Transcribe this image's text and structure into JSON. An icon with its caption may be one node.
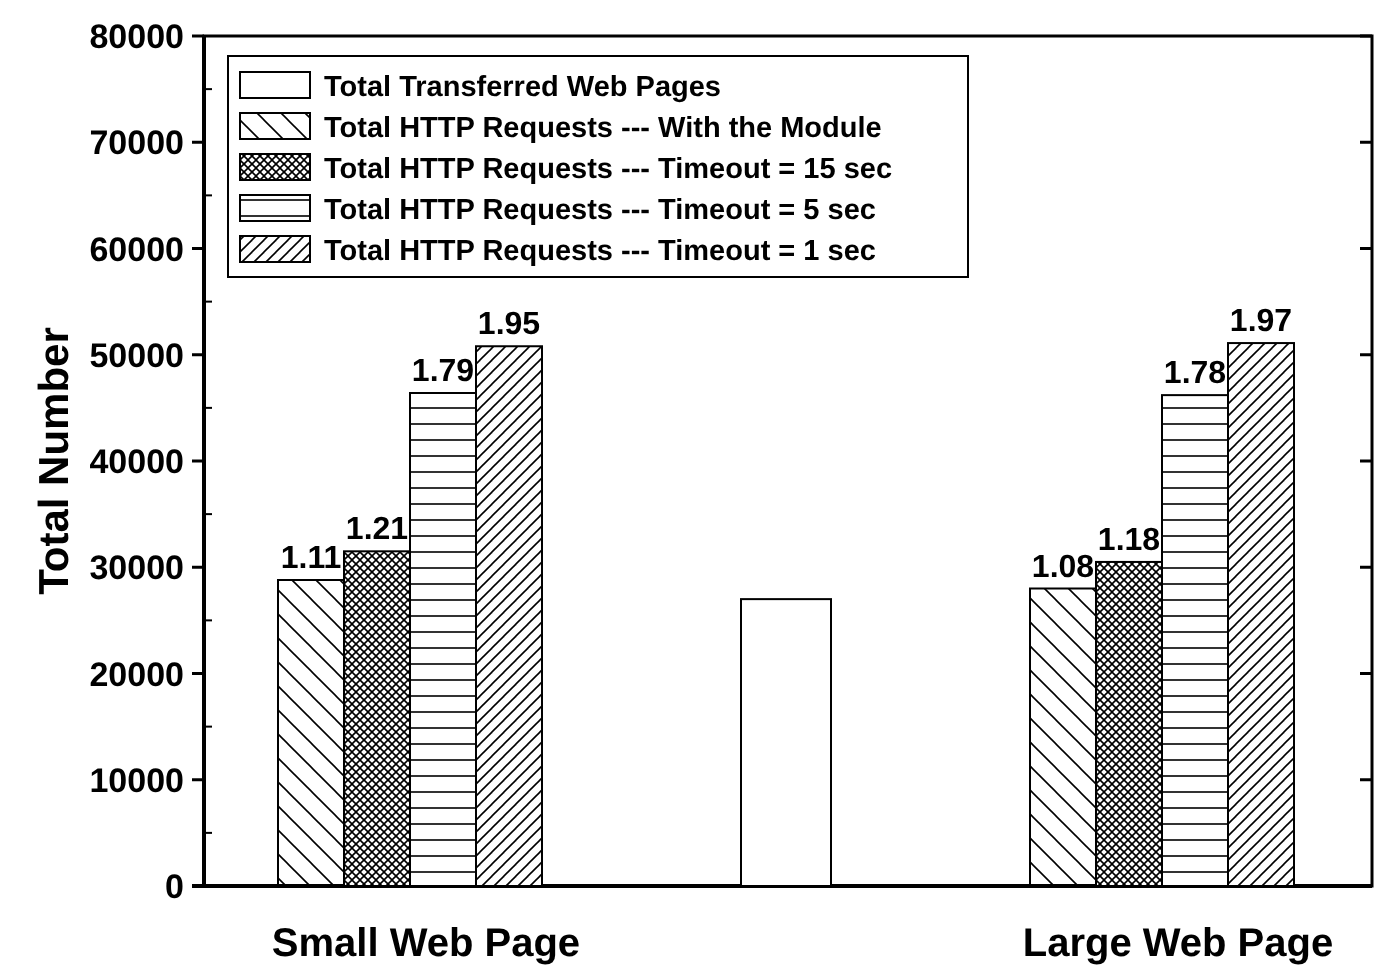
{
  "diagram": {
    "chart_data": {
      "type": "bar",
      "ylabel": "Total Number",
      "legend": "upper left",
      "categories": [
        "Small Web Page",
        null,
        "Large Web Page"
      ],
      "ylim": [
        0,
        80000
      ],
      "yticks": [
        0,
        10000,
        20000,
        30000,
        40000,
        50000,
        60000,
        70000,
        80000
      ],
      "series": [
        {
          "name": "Total Transferred Web Pages",
          "values": [
            null,
            27000,
            null
          ]
        },
        {
          "name": "Total HTTP Requests --- With the Module",
          "values": [
            28800,
            null,
            28000
          ]
        },
        {
          "name": "Total HTTP Requests --- Timeout = 15 sec",
          "values": [
            31500,
            null,
            30500
          ]
        },
        {
          "name": "Total HTTP Requests --- Timeout = 5 sec",
          "values": [
            46400,
            null,
            46200
          ]
        },
        {
          "name": "Total HTTP Requests --- Timeout = 1 sec",
          "values": [
            50800,
            null,
            51100
          ]
        }
      ],
      "value_labels": [
        [
          null,
          null,
          null
        ],
        [
          "1.11",
          null,
          "1.08"
        ],
        [
          "1.21",
          null,
          "1.18"
        ],
        [
          "1.79",
          null,
          "1.78"
        ],
        [
          "1.95",
          null,
          "1.97"
        ]
      ]
    }
  }
}
